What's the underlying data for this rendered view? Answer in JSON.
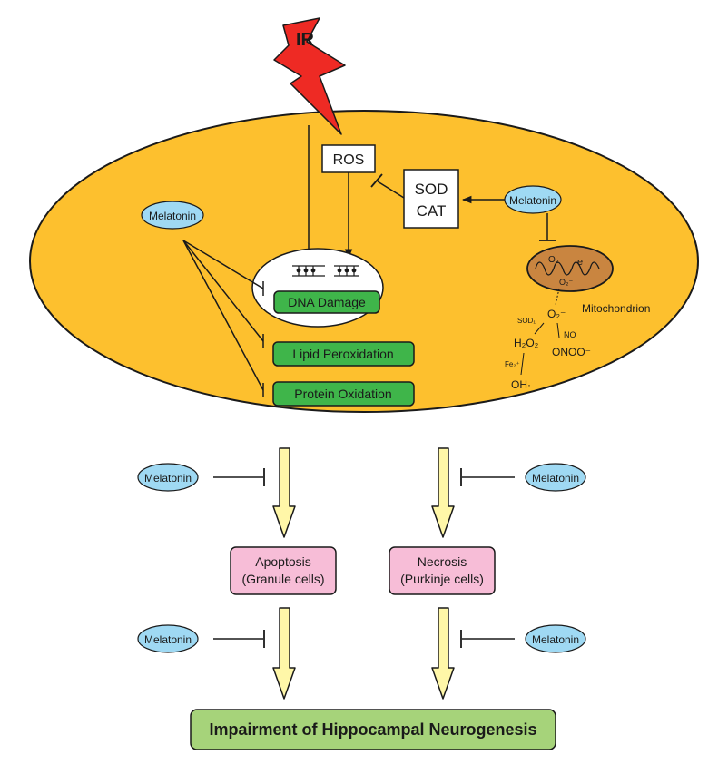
{
  "ir": {
    "label": "IR"
  },
  "ros": {
    "label": "ROS"
  },
  "antioxidants": {
    "line1": "SOD",
    "line2": "CAT"
  },
  "melatonin_label": "Melatonin",
  "damage": {
    "dna": "DNA Damage",
    "lipid": "Lipid Peroxidation",
    "protein": "Protein Oxidation"
  },
  "mitochondrion": {
    "label": "Mitochondrion",
    "o2": "O₂",
    "electron": "e⁻",
    "superoxide_inner": "O₂⁻",
    "superoxide": "O₂⁻",
    "sod": "SOD₁",
    "h2o2": "H₂O₂",
    "no": "NO",
    "onoo": "ONOO⁻",
    "fe": "Fe₂⁺",
    "oh": "OH·"
  },
  "outcomes": {
    "apoptosis_line1": "Apoptosis",
    "apoptosis_line2": "(Granule cells)",
    "necrosis_line1": "Necrosis",
    "necrosis_line2": "(Purkinje cells)"
  },
  "final": {
    "label": "Impairment of Hippocampal Neurogenesis"
  },
  "colors": {
    "cell": "#FDC02E",
    "damage_box": "#3FB54A",
    "melatonin": "#9FD9F3",
    "outcome_box": "#F7BDD7",
    "final_box": "#A6D37A",
    "arrow_fill": "#FFF7A8",
    "ir_bolt": "#EE2A24",
    "mito_fill": "#C98540"
  }
}
